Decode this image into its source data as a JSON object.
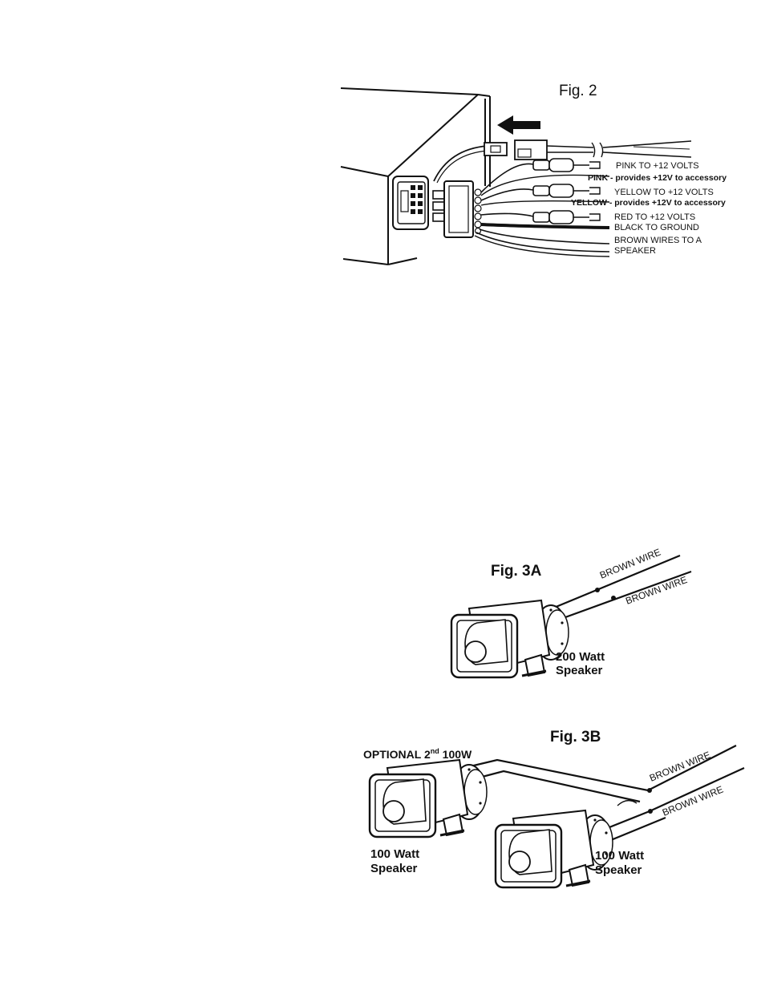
{
  "fig2": {
    "title": "Fig. 2",
    "labels": [
      "PINK TO +12 VOLTS",
      "PINK - provides +12V to accessory",
      "YELLOW TO +12 VOLTS",
      "YELLOW - provides +12V to accessory",
      "RED TO +12 VOLTS",
      "BLACK TO GROUND",
      "BROWN WIRES TO A",
      "SPEAKER"
    ]
  },
  "fig3a": {
    "title": "Fig. 3A",
    "wire1": "BROWN WIRE",
    "wire2": "BROWN WIRE",
    "speaker_line1": "200 Watt",
    "speaker_line2": "Speaker"
  },
  "fig3b": {
    "title": "Fig. 3B",
    "optional_prefix": "OPTIONAL 2",
    "optional_sup": "nd",
    "optional_suffix": " 100W",
    "wire1": "BROWN WIRE",
    "wire2": "BROWN WIRE",
    "left_speaker_line1": "100 Watt",
    "left_speaker_line2": "Speaker",
    "right_speaker_line1": "100 Watt",
    "right_speaker_line2": "Speaker"
  }
}
